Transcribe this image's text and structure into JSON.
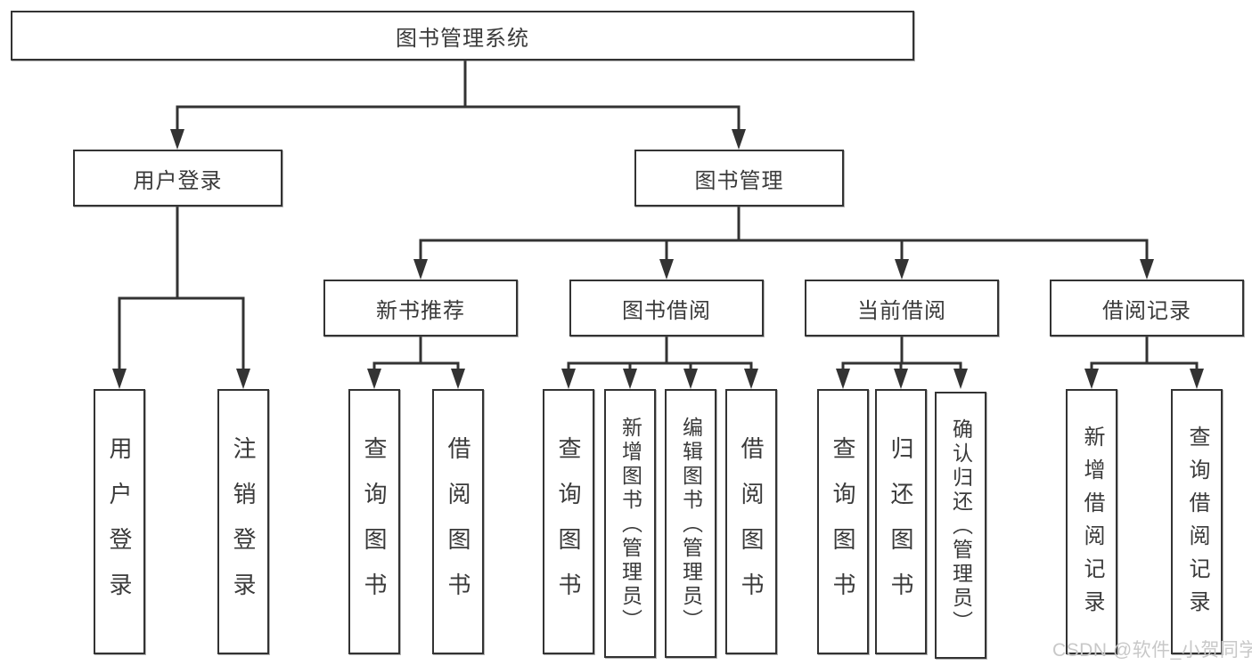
{
  "diagram": {
    "root": {
      "label": "图书管理系统"
    },
    "branches": [
      {
        "label": "用户登录",
        "children": [
          {
            "label": "用户登录"
          },
          {
            "label": "注销登录"
          }
        ]
      },
      {
        "label": "图书管理",
        "children": [
          {
            "label": "新书推荐",
            "children": [
              {
                "label": "查询图书"
              },
              {
                "label": "借阅图书"
              }
            ]
          },
          {
            "label": "图书借阅",
            "children": [
              {
                "label": "查询图书"
              },
              {
                "label": "新增图书（管理员）"
              },
              {
                "label": "编辑图书（管理员）"
              },
              {
                "label": "借阅图书"
              }
            ]
          },
          {
            "label": "当前借阅",
            "children": [
              {
                "label": "查询图书"
              },
              {
                "label": "归还图书"
              },
              {
                "label": "确认归还（管理员）"
              }
            ]
          },
          {
            "label": "借阅记录",
            "children": [
              {
                "label": "新增借阅记录"
              },
              {
                "label": "查询借阅记录"
              }
            ]
          }
        ]
      }
    ]
  },
  "watermark": {
    "text": "CSDN @软件_小贺同学"
  },
  "colors": {
    "line": "#333333",
    "text": "#3a3a3a",
    "box_fill": "#ffffff",
    "background": "#ffffff",
    "watermark": "#c8c8c8"
  }
}
